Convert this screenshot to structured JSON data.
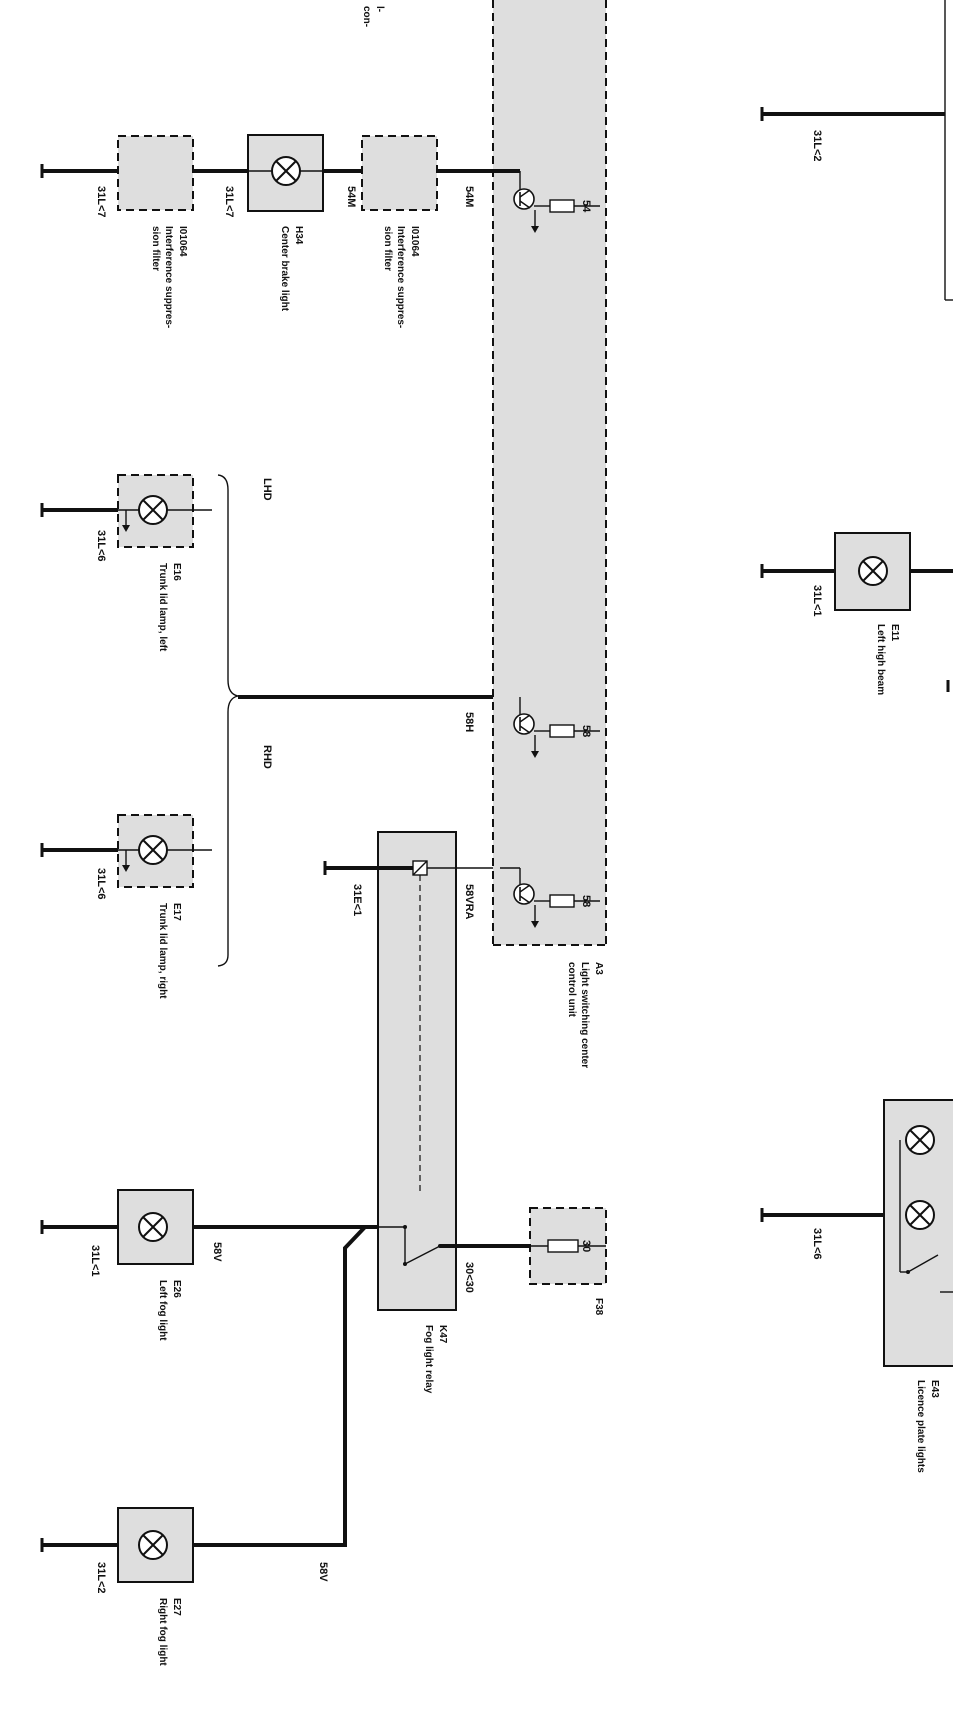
{
  "top_fragment": [
    "l-",
    "con-"
  ],
  "brackets": {
    "lhd": "LHD",
    "rhd": "RHD"
  },
  "components": {
    "a3": {
      "id": "A3",
      "name": [
        "Light switching center",
        "control unit"
      ],
      "pins": [
        "54",
        "58",
        "58"
      ]
    },
    "f38": {
      "id": "F38",
      "pin": "30"
    },
    "k47": {
      "id": "K47",
      "name": "Fog light relay"
    },
    "h34": {
      "id": "H34",
      "name": "Center brake light"
    },
    "i01064_a": {
      "id": "I01064",
      "name": [
        "Interference suppres-",
        "sion filter"
      ]
    },
    "i01064_b": {
      "id": "I01064",
      "name": [
        "Interference suppres-",
        "sion filter"
      ]
    },
    "e16": {
      "id": "E16",
      "name": "Trunk lid lamp, left"
    },
    "e17": {
      "id": "E17",
      "name": "Trunk lid lamp, right"
    },
    "e26": {
      "id": "E26",
      "name": "Left fog light"
    },
    "e27": {
      "id": "E27",
      "name": "Right fog light"
    },
    "e11": {
      "id": "E11",
      "name": "Left high beam"
    },
    "e43": {
      "id": "E43",
      "name": "Licence plate lights"
    }
  },
  "wires": {
    "w54m_a": "54M",
    "w54m_b": "54M",
    "w31l7_a": "31L<7",
    "w31l7_b": "31L<7",
    "w58h": "58H",
    "w58vra": "58VRA",
    "w31e1": "31E<1",
    "w30_30": "30<30",
    "w58v_a": "58V",
    "w58v_b": "58V",
    "w31l6_a": "31L<6",
    "w31l6_b": "31L<6",
    "w31l1_fog": "31L<1",
    "w31l2_fog": "31L<2",
    "w31l2_r": "31L<2",
    "w31l1_r": "31L<1",
    "w31l6_r": "31L<6"
  }
}
